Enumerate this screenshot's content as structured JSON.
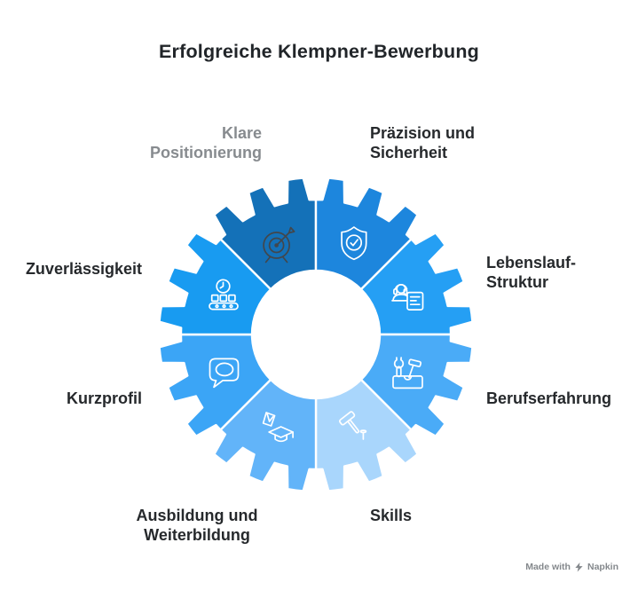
{
  "title": "Erfolgreiche Klempner-Bewerbung",
  "gear": {
    "type": "gear-cycle-diagram",
    "teeth": 24,
    "segments": [
      {
        "label": "Klare Positionierung",
        "icon": "target-arrow-icon",
        "color": "#1471b8",
        "label_color": "#878b8f",
        "icon_stroke": "#42474c"
      },
      {
        "label": "Präzision und Sicherheit",
        "icon": "shield-check-icon",
        "color": "#1d86dd",
        "label_color": "#26292c",
        "icon_stroke": "#ffffff"
      },
      {
        "label": "Lebenslauf-Struktur",
        "icon": "headset-person-document-icon",
        "color": "#259ff4",
        "label_color": "#26292c",
        "icon_stroke": "#ffffff"
      },
      {
        "label": "Berufserfahrung",
        "icon": "toolbox-wrench-hammer-icon",
        "color": "#4aabf7",
        "label_color": "#26292c",
        "icon_stroke": "#ffffff"
      },
      {
        "label": "Skills",
        "icon": "hammer-nail-icon",
        "color": "#a9d6fc",
        "label_color": "#26292c",
        "icon_stroke": "#ffffff"
      },
      {
        "label": "Ausbildung und Weiterbildung",
        "icon": "book-graduation-cap-icon",
        "color": "#62b4f9",
        "label_color": "#26292c",
        "icon_stroke": "#ffffff"
      },
      {
        "label": "Kurzprofil",
        "icon": "speech-bubble-icon",
        "color": "#3ba5f6",
        "label_color": "#26292c",
        "icon_stroke": "#ffffff"
      },
      {
        "label": "Zuverlässigkeit",
        "icon": "clock-conveyor-icon",
        "color": "#189bf1",
        "label_color": "#26292c",
        "icon_stroke": "#ffffff"
      }
    ]
  },
  "watermark": {
    "text": "Made with",
    "brand": "Napkin"
  }
}
